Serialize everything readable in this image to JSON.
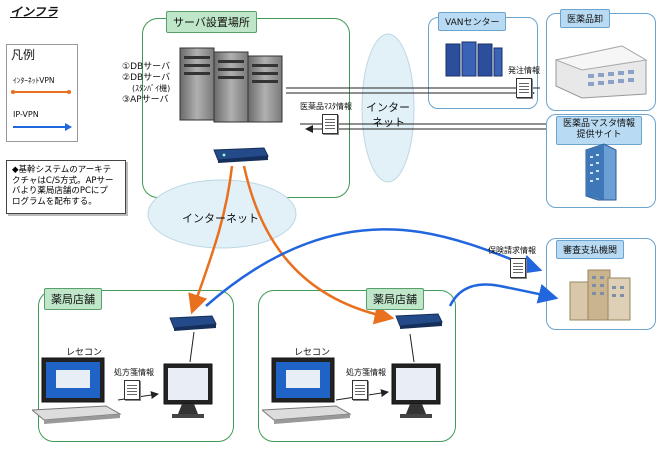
{
  "header": {
    "title": "インフラ"
  },
  "legend": {
    "title": "凡例",
    "items": [
      {
        "label": "ｲﾝﾀｰﾈｯﾄVPN",
        "color": "#e8701e"
      },
      {
        "label": "IP-VPN",
        "color": "#2266dd"
      }
    ]
  },
  "note": {
    "lines": [
      "◆基幹システムのアーキテ",
      "クチャはC/S方式。APサー",
      "バより薬局店舗のPCにプ",
      "ログラムを配布する。"
    ]
  },
  "server_site": {
    "title": "サーバ設置場所",
    "server_list": [
      "①DBサーバ",
      "②DBサーバ",
      "(ｽﾀﾝﾊﾞｲ機)",
      "③APサーバ"
    ],
    "master_doc_label": "医薬品ﾏｽﾀ情報"
  },
  "clouds": {
    "internet_right_line1": "インター",
    "internet_right_line2": "ネット",
    "internet_center": "インターネット"
  },
  "van": {
    "title": "VANセンター",
    "order_doc_label": "発注情報"
  },
  "wholesaler": {
    "title": "医薬品卸"
  },
  "master_site": {
    "title_line1": "医薬品マスタ情報",
    "title_line2": "提供サイト"
  },
  "payment": {
    "title": "審査支払機関",
    "claim_doc_label": "保険請求情報"
  },
  "stores": [
    {
      "title": "薬局店舗",
      "pc_label": "レセコン",
      "doc_label": "処方箋情報"
    },
    {
      "title": "薬局店舗",
      "pc_label": "レセコン",
      "doc_label": "処方箋情報"
    }
  ],
  "colors": {
    "internet_vpn": "#e8701e",
    "ip_vpn": "#2266dd",
    "zone_green": "#3f9a55",
    "zone_blue": "#6aa4cf"
  }
}
